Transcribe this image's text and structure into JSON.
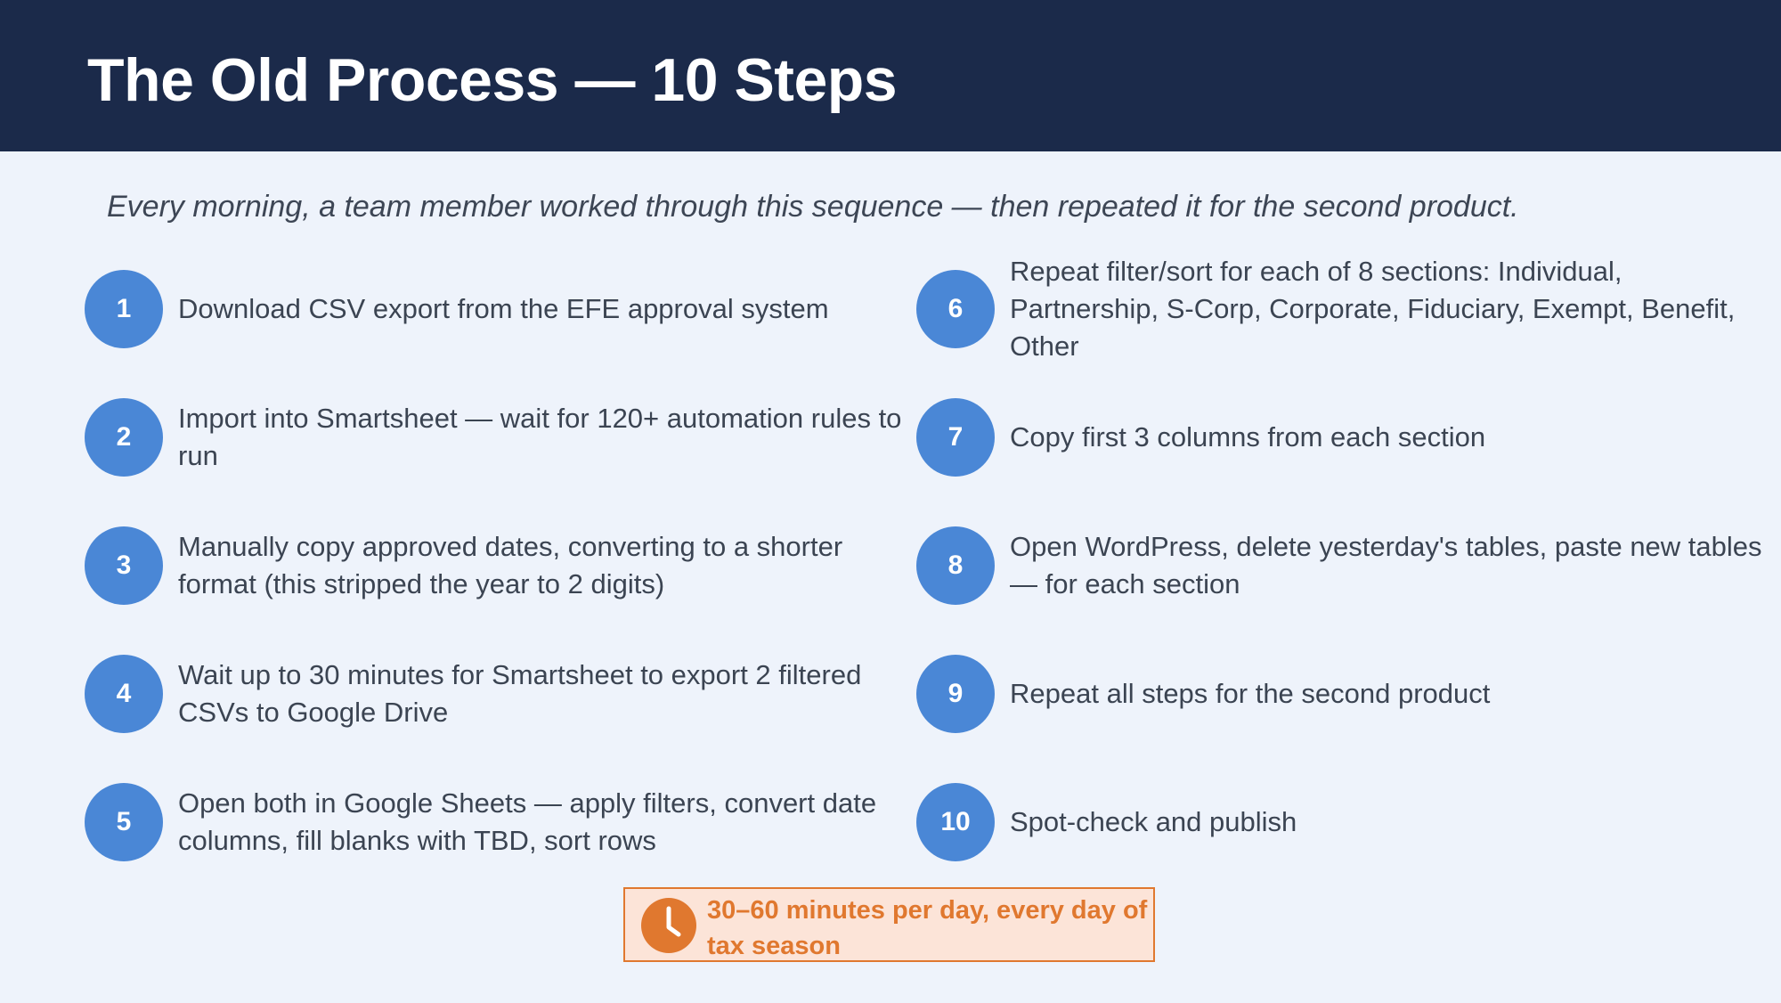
{
  "slide": {
    "title": "The Old Process — 10 Steps",
    "subtitle": "Every morning, a team member worked through this sequence — then repeated it for the second product."
  },
  "steps": [
    {
      "number": "1",
      "text": "Download CSV export from the EFE approval system"
    },
    {
      "number": "2",
      "text": "Import into Smartsheet — wait for 120+ automation rules to run"
    },
    {
      "number": "3",
      "text": "Manually copy approved dates, converting to a shorter format (this stripped the year to 2 digits)"
    },
    {
      "number": "4",
      "text": "Wait up to 30 minutes for Smartsheet to export 2 filtered CSVs to Google Drive"
    },
    {
      "number": "5",
      "text": "Open both in Google Sheets — apply filters, convert date columns, fill blanks with TBD, sort rows"
    },
    {
      "number": "6",
      "text": "Repeat filter/sort for each of 8 sections: Individual, Partnership, S-Corp, Corporate, Fiduciary, Exempt, Benefit, Other"
    },
    {
      "number": "7",
      "text": "Copy first 3 columns from each section"
    },
    {
      "number": "8",
      "text": "Open WordPress, delete yesterday's tables, paste new tables — for each section"
    },
    {
      "number": "9",
      "text": "Repeat all steps for the second product"
    },
    {
      "number": "10",
      "text": "Spot-check and publish"
    }
  ],
  "callout": {
    "icon": "clock-icon",
    "text": "30–60 minutes per day, every day of tax season"
  },
  "colors": {
    "header_bg": "#1b2a4a",
    "page_bg": "#eef3fb",
    "badge": "#4a87d6",
    "accent": "#e0782f",
    "callout_bg": "#fce4d8"
  }
}
